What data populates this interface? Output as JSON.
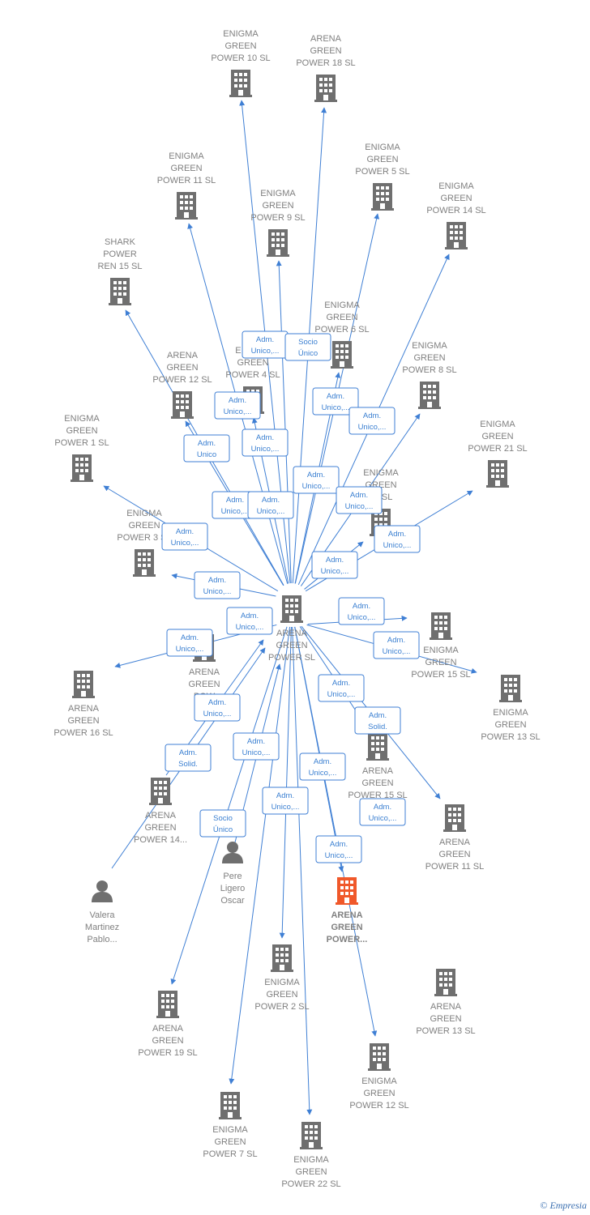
{
  "colors": {
    "edge": "#3f7fd4",
    "building": "#6f6f6f",
    "highlight": "#f0582a",
    "label": "#808080"
  },
  "center": {
    "id": "c",
    "label": [
      "ARENA",
      "GREEN",
      "POWER  SL"
    ]
  },
  "nodes": [
    {
      "id": "n1",
      "type": "building",
      "label": [
        "ENIGMA",
        "GREEN",
        "POWER 10  SL"
      ]
    },
    {
      "id": "n2",
      "type": "building",
      "label": [
        "ARENA",
        "GREEN",
        "POWER 18  SL"
      ]
    },
    {
      "id": "n3",
      "type": "building",
      "label": [
        "ENIGMA",
        "GREEN",
        "POWER 11  SL"
      ]
    },
    {
      "id": "n4",
      "type": "building",
      "label": [
        "ENIGMA",
        "GREEN",
        "POWER 9  SL"
      ]
    },
    {
      "id": "n5",
      "type": "building",
      "label": [
        "ENIGMA",
        "GREEN",
        "POWER 5  SL"
      ]
    },
    {
      "id": "n6",
      "type": "building",
      "label": [
        "ENIGMA",
        "GREEN",
        "POWER 14  SL"
      ]
    },
    {
      "id": "n7",
      "type": "building",
      "label": [
        "SHARK",
        "POWER",
        "REN 15  SL"
      ]
    },
    {
      "id": "n8",
      "type": "building",
      "label": [
        "ENIGMA",
        "GREEN",
        "POWER 6  SL"
      ]
    },
    {
      "id": "n9",
      "type": "building",
      "label": [
        "ARENA",
        "GREEN",
        "POWER 12  SL"
      ]
    },
    {
      "id": "n10",
      "type": "building",
      "label": [
        "ENIGMA",
        "GREEN",
        "POWER 4  SL"
      ]
    },
    {
      "id": "n11",
      "type": "building",
      "label": [
        "ENIGMA",
        "GREEN",
        "POWER 8  SL"
      ]
    },
    {
      "id": "n12",
      "type": "building",
      "label": [
        "ENIGMA",
        "GREEN",
        "POWER 1  SL"
      ]
    },
    {
      "id": "n13",
      "type": "building",
      "label": [
        "ENIGMA",
        "GREEN",
        "POWER 21  SL"
      ]
    },
    {
      "id": "n14",
      "type": "building",
      "label": [
        "ENIGMA",
        "GREEN",
        "23  SL"
      ]
    },
    {
      "id": "n15",
      "type": "building",
      "label": [
        "ENIGMA",
        "GREEN",
        "POWER 3  SL"
      ]
    },
    {
      "id": "n16",
      "type": "building",
      "label": [
        "ENIGMA",
        "GREEN",
        "POWER 15  SL"
      ]
    },
    {
      "id": "n17",
      "type": "building",
      "label": [
        "ARENA",
        "GREEN",
        "POWER 16  SL"
      ]
    },
    {
      "id": "n18",
      "type": "building",
      "label": [
        "ARENA",
        "GREEN",
        "POW"
      ]
    },
    {
      "id": "n19",
      "type": "building",
      "label": [
        "ENIGMA",
        "GREEN",
        "POWER 13  SL"
      ]
    },
    {
      "id": "n20",
      "type": "building",
      "label": [
        "ARENA",
        "GREEN",
        "POWER 15  SL"
      ]
    },
    {
      "id": "n21",
      "type": "building",
      "label": [
        "ARENA",
        "GREEN",
        "POWER 14..."
      ]
    },
    {
      "id": "n22",
      "type": "building",
      "label": [
        "ARENA",
        "GREEN",
        "POWER 11  SL"
      ]
    },
    {
      "id": "n23",
      "type": "person",
      "label": [
        "Valera",
        "Martinez",
        "Pablo..."
      ]
    },
    {
      "id": "n24",
      "type": "person",
      "label": [
        "Pere",
        "Ligero",
        "Oscar"
      ]
    },
    {
      "id": "n25",
      "type": "building-highlight",
      "label": [
        "ARENA",
        "GREEN",
        "POWER..."
      ]
    },
    {
      "id": "n26",
      "type": "building",
      "label": [
        "ENIGMA",
        "GREEN",
        "POWER 2  SL"
      ]
    },
    {
      "id": "n27",
      "type": "building",
      "label": [
        "ARENA",
        "GREEN",
        "POWER 13  SL"
      ]
    },
    {
      "id": "n28",
      "type": "building",
      "label": [
        "ARENA",
        "GREEN",
        "POWER 19  SL"
      ]
    },
    {
      "id": "n29",
      "type": "building",
      "label": [
        "ENIGMA",
        "GREEN",
        "POWER 12  SL"
      ]
    },
    {
      "id": "n30",
      "type": "building",
      "label": [
        "ENIGMA",
        "GREEN",
        "POWER 7  SL"
      ]
    },
    {
      "id": "n31",
      "type": "building",
      "label": [
        "ENIGMA",
        "GREEN",
        "POWER 22  SL"
      ]
    }
  ],
  "edge_labels": [
    [
      "Adm.",
      "Unico,..."
    ],
    [
      "Socio",
      "Único"
    ],
    [
      "Adm.",
      "Unico,..."
    ],
    [
      "Adm.",
      "Unico,..."
    ],
    [
      "Adm.",
      "Unico,..."
    ],
    [
      "Adm.",
      "Unico,..."
    ],
    [
      "Adm.",
      "Unico"
    ],
    [
      "Adm.",
      "Unico,..."
    ],
    [
      "Adm.",
      "Unico,..."
    ],
    [
      "Adm.",
      "Unico,..."
    ],
    [
      "Adm.",
      "Unico,..."
    ],
    [
      "Adm.",
      "Unico,..."
    ],
    [
      "Adm.",
      "Unico,..."
    ],
    [
      "Adm.",
      "Unico,..."
    ],
    [
      "Adm.",
      "Unico,..."
    ],
    [
      "Adm.",
      "Unico,..."
    ],
    [
      "Adm.",
      "Unico,..."
    ],
    [
      "Adm.",
      "Unico,..."
    ],
    [
      "Adm.",
      "Unico,..."
    ],
    [
      "Adm.",
      "Unico,..."
    ],
    [
      "Adm.",
      "Unico,..."
    ],
    [
      "Adm.",
      "Solid."
    ],
    [
      "Adm.",
      "Solid."
    ],
    [
      "Adm.",
      "Unico,..."
    ],
    [
      "Adm.",
      "Unico,..."
    ],
    [
      "Socio",
      "Único"
    ],
    [
      "Adm.",
      "Unico,..."
    ],
    [
      "Adm.",
      "Unico,..."
    ],
    [
      "Adm.",
      "Unico,..."
    ]
  ],
  "brand": {
    "symbol": "©",
    "name": "Empresia"
  }
}
